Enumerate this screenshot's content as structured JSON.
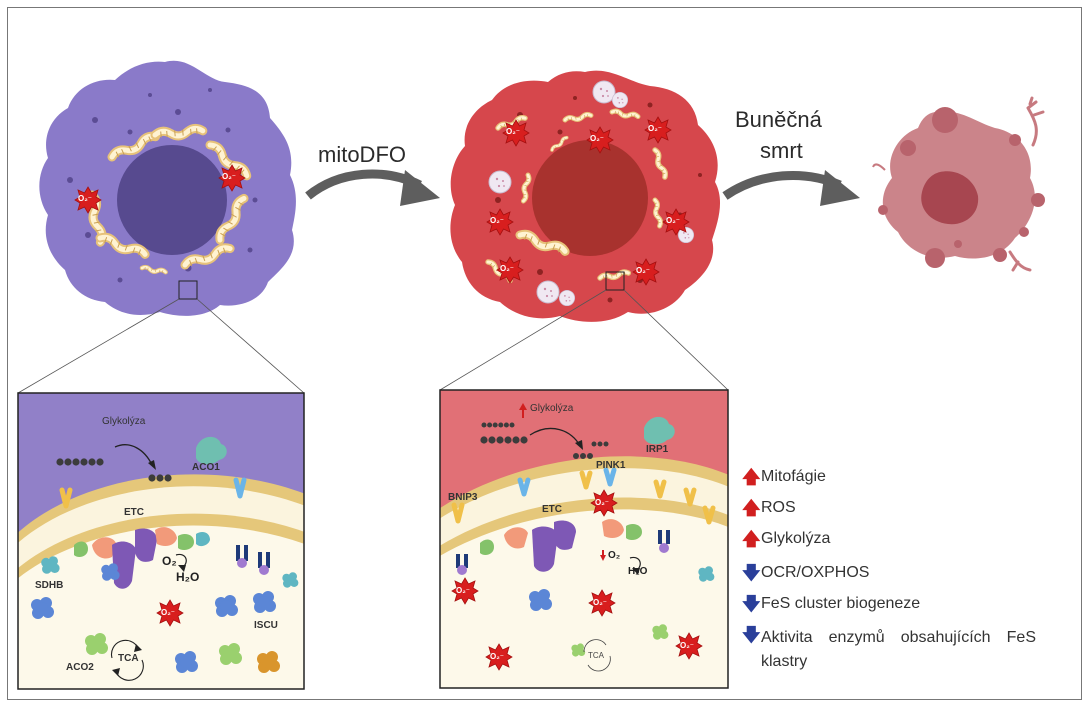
{
  "arrows": {
    "treatment": "mitoDFO",
    "death_line1": "Buněčná",
    "death_line2": "smrt"
  },
  "superoxide": "O₂⁻",
  "panel_left": {
    "glycolysis": "Glykolýza",
    "aco1": "ACO1",
    "etc": "ETC",
    "sdhb": "SDHB",
    "o2": "O₂",
    "h2o": "H₂O",
    "iscu": "ISCU",
    "tca": "TCA",
    "aco2": "ACO2"
  },
  "panel_right": {
    "glycolysis": "Glykolýza",
    "irp1": "IRP1",
    "pink1": "PINK1",
    "bnip3": "BNIP3",
    "etc": "ETC",
    "o2": "O₂",
    "h2o": "H₂O",
    "tca": "TCA"
  },
  "effects": [
    {
      "direction": "up",
      "text": "Mitofágie"
    },
    {
      "direction": "up",
      "text": "ROS"
    },
    {
      "direction": "up",
      "text": "Glykolýza"
    },
    {
      "direction": "down",
      "text": "OCR/OXPHOS"
    },
    {
      "direction": "down",
      "text": "FeS cluster biogeneze"
    },
    {
      "direction": "down",
      "text": "Aktivita enzymů obsahujících FeS klastry"
    }
  ],
  "colors": {
    "healthy_cell": "#8a7ac9",
    "healthy_nucleus": "#574a8f",
    "treated_cell": "#d6474c",
    "treated_nucleus": "#a8322e",
    "dead_cell": "#c77a80",
    "superoxide": "#d81e1e",
    "up_arrow": "#d11f1f",
    "down_arrow": "#2a3f9a"
  }
}
